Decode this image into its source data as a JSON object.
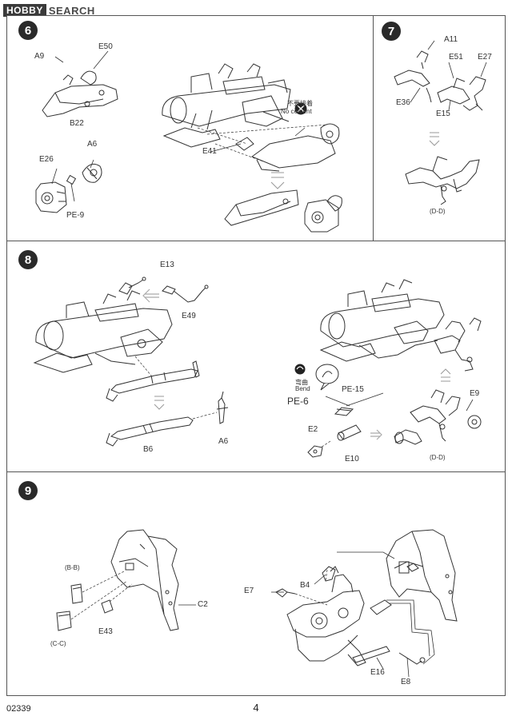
{
  "watermark": {
    "brand": "HOBBY",
    "suffix": "SEARCH"
  },
  "steps": {
    "s6": {
      "number": "6",
      "labels": {
        "a9": "A9",
        "e50": "E50",
        "b22": "B22",
        "a6": "A6",
        "e26": "E26",
        "pe9": "PE-9",
        "e41": "E41",
        "no_cement_cn": "不要接着",
        "no_cement": "No cement"
      }
    },
    "s7": {
      "number": "7",
      "labels": {
        "a11": "A11",
        "e51": "E51",
        "e27": "E27",
        "e36": "E36",
        "e15": "E15",
        "dd": "(D-D)"
      }
    },
    "s8": {
      "number": "8",
      "labels": {
        "e13": "E13",
        "e49": "E49",
        "b6": "B6",
        "a6": "A6",
        "bend_cn": "弯曲",
        "bend": "Bend",
        "pe6": "PE-6",
        "pe15": "PE-15",
        "e2": "E2",
        "e10": "E10",
        "e9": "E9",
        "dd": "(D-D)"
      }
    },
    "s9": {
      "number": "9",
      "labels": {
        "bb": "(B-B)",
        "cc": "(C-C)",
        "e43": "E43",
        "c2": "C2",
        "e7": "E7",
        "b4": "B4",
        "e16": "E16",
        "e8": "E8"
      }
    }
  },
  "footer": {
    "code": "02339",
    "page": "4"
  }
}
